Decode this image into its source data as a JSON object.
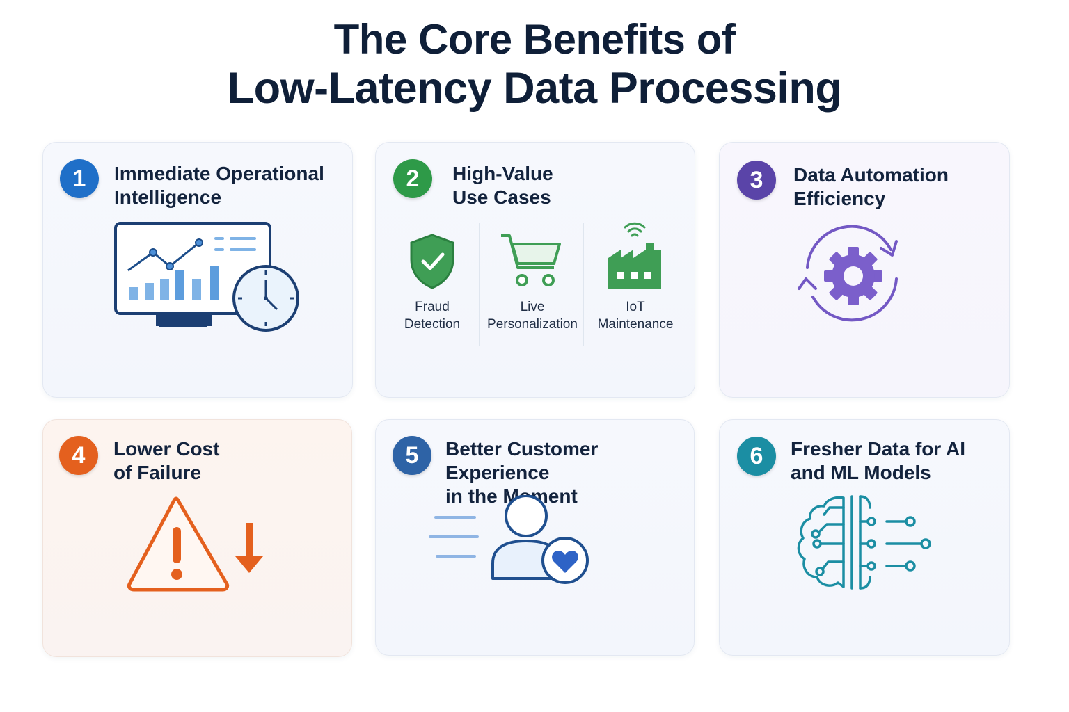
{
  "title": {
    "line1": "The Core Benefits of",
    "line2": "Low-Latency Data Processing"
  },
  "colors": {
    "blue": "#1f6fc8",
    "green": "#2e9a48",
    "purple": "#5a44a8",
    "orange": "#e4601e",
    "navy": "#2e63a6",
    "teal": "#1b8ea3"
  },
  "cards": [
    {
      "number": "1",
      "title": "Immediate Operational\nIntelligence",
      "icon": "dashboard-clock-icon"
    },
    {
      "number": "2",
      "title": "High-Value\nUse Cases",
      "icon": "use-cases",
      "use_cases": [
        {
          "label": "Fraud\nDetection",
          "icon": "shield-check-icon"
        },
        {
          "label": "Live\nPersonalization",
          "icon": "shopping-cart-icon"
        },
        {
          "label": "IoT\nMaintenance",
          "icon": "iot-factory-icon"
        }
      ]
    },
    {
      "number": "3",
      "title": "Data Automation\nEfficiency",
      "icon": "gear-cycle-icon"
    },
    {
      "number": "4",
      "title": "Lower Cost\nof Failure",
      "icon": "warning-down-icon"
    },
    {
      "number": "5",
      "title": "Better Customer Experience\nin the Moment",
      "icon": "user-heart-icon"
    },
    {
      "number": "6",
      "title": "Fresher Data for AI\nand ML Models",
      "icon": "ai-brain-icon"
    }
  ]
}
